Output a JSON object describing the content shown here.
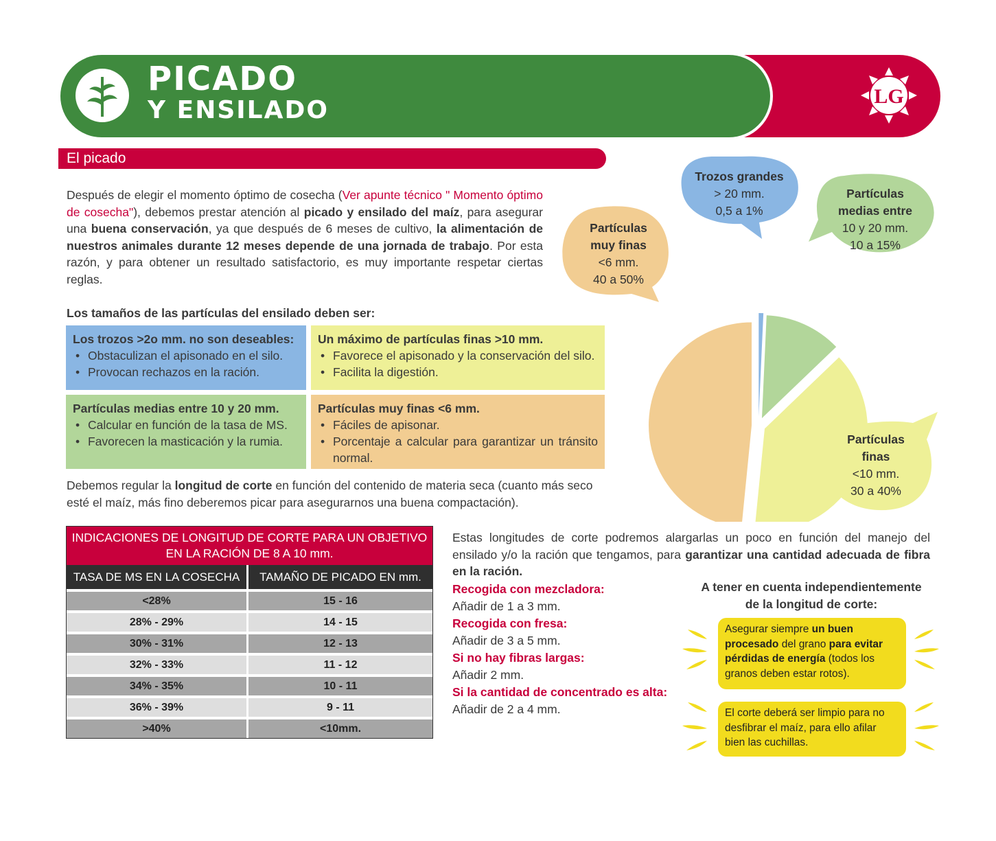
{
  "header": {
    "title_line1": "PICADO",
    "title_line2": "Y ENSILADO",
    "logo_text": "LG",
    "colors": {
      "green": "#3f8a3e",
      "red": "#c8003c"
    },
    "icon": "corn-plant-icon"
  },
  "section": {
    "title": "El picado"
  },
  "intro": {
    "p1": "Después de elegir el momento óptimo de cosecha (",
    "link": "Ver apunte técnico \" Momento óptimo de cosecha\"",
    "p2": "), debemos prestar atención al ",
    "b1": "picado y ensilado del maíz",
    "p3": ", para asegurar una ",
    "b2": "buena conservación",
    "p4": ", ya que después de 6 meses de cultivo, ",
    "b3": "la alimentación de nuestros animales durante 12 meses depende de una jornada de trabajo",
    "p5": ". Por esta razón, y para obtener un resultado satisfactorio, es muy importante respetar ciertas reglas."
  },
  "sizes_heading": "Los tamaños de las partículas del ensilado deben ser:",
  "boxes": {
    "large": {
      "title": "Los trozos >2o mm. no son deseables:",
      "items": [
        "Obstaculizan el apisonado en el silo.",
        "Provocan rechazos en la ración."
      ]
    },
    "fine_max": {
      "title": "Un máximo de partículas finas >10 mm.",
      "items": [
        "Favorece el apisonado y la conservación del silo.",
        "Facilita la digestión."
      ]
    },
    "medium": {
      "title": "Partículas medias entre 10 y 20 mm.",
      "items": [
        "Calcular en función de la tasa de MS.",
        "Favorecen la masticación y la rumia."
      ]
    },
    "very_fine": {
      "title": "Partículas muy finas <6 mm.",
      "items": [
        "Fáciles de apisonar.",
        "Porcentaje a calcular para garantizar un tránsito normal."
      ]
    }
  },
  "cut_text": {
    "p1": "Debemos regular la ",
    "b1": "longitud de corte",
    "p2": " en función del contenido de materia seca (cuanto más seco esté el maíz, más fino deberemos picar para asegurarnos una buena compactación)."
  },
  "table": {
    "title_line1": "INDICACIONES DE LONGITUD DE CORTE PARA UN OBJETIVO",
    "title_line2": "EN LA RACIÓN DE 8 A 10 mm.",
    "col1": "TASA DE MS EN LA COSECHA",
    "col2": "TAMAÑO DE PICADO EN mm.",
    "rows": [
      [
        "<28%",
        "15 - 16"
      ],
      [
        "28% - 29%",
        "14 - 15"
      ],
      [
        "30% - 31%",
        "12 - 13"
      ],
      [
        "32% - 33%",
        "11 - 12"
      ],
      [
        "34% - 35%",
        "10 - 11"
      ],
      [
        "36% - 39%",
        "9 - 11"
      ],
      [
        ">40%",
        "<10mm."
      ]
    ]
  },
  "right_text": {
    "p1": "Estas longitudes de corte podremos alargarlas un poco en función del manejo del ensilado y/o la ración que tengamos, para ",
    "b1": "garantizar una cantidad adecuada de fibra en la ración."
  },
  "adjustments": [
    {
      "heading": "Recogida con mezcladora:",
      "value": "Añadir de 1 a 3 mm."
    },
    {
      "heading": "Recogida con fresa:",
      "value": "Añadir de 3 a 5 mm."
    },
    {
      "heading": "Si no hay fibras largas:",
      "value": "Añadir 2 mm."
    },
    {
      "heading": "Si la cantidad de concentrado es alta:",
      "value": "Añadir de 2 a 4 mm."
    }
  ],
  "tips": {
    "heading_line1": "A tener en cuenta independientemente",
    "heading_line2": "de la longitud de corte:",
    "tip1": {
      "p1": "Asegurar siempre ",
      "b1": "un buen procesado",
      "p2": " del grano ",
      "b2": "para evitar pérdidas de energía",
      "p3": " (todos los granos deben estar rotos)."
    },
    "tip2": "El corte deberá ser limpio para no desfibrar el maíz, para ello afilar bien las cuchillas."
  },
  "chart_data": {
    "type": "pie",
    "slices": [
      {
        "name": "Trozos grandes",
        "size": "> 20 mm.",
        "share": "0,5 a 1%",
        "value": 0.75,
        "color": "#8ab6e3"
      },
      {
        "name": "Partículas medias entre",
        "size": "10 y 20 mm.",
        "share": "10 a 15%",
        "value": 12.5,
        "color": "#b2d69a"
      },
      {
        "name": "Partículas finas",
        "size": "<10 mm.",
        "share": "30 a 40%",
        "value": 40,
        "color": "#eef097"
      },
      {
        "name": "Partículas muy finas",
        "size": "<6 mm.",
        "share": "40 a 50%",
        "value": 50,
        "color": "#f2cd92"
      }
    ],
    "labels": {
      "large_line1": "Trozos grandes",
      "medium_line1": "Partículas",
      "medium_line2": "medias entre",
      "fine_line1": "Partículas",
      "fine_line2": "finas",
      "vfine_line1": "Partículas",
      "vfine_line2": "muy finas"
    }
  }
}
